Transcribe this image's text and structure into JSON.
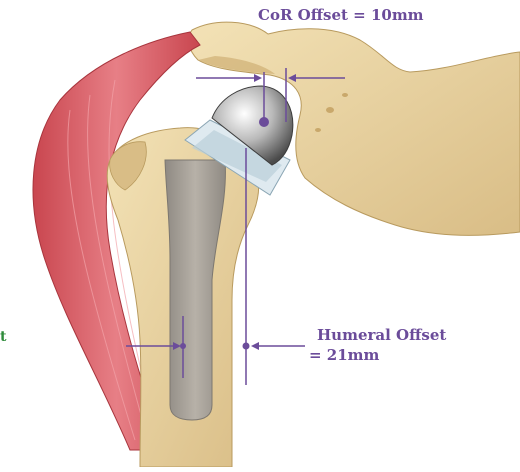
{
  "annotations": {
    "cor_offset": "CoR Offset = 10mm",
    "humeral_offset_line1": "Humeral Offset",
    "humeral_offset_line2": "= 21mm",
    "cropped_left_text": "t"
  },
  "colors": {
    "annotation": "#6b4c9a",
    "cropped_text": "#2e8b3a",
    "bone": "#e9d3a0",
    "bone_shadow": "#c9a86b",
    "muscle": "#d9606a",
    "implant_stem": "#a9a39a",
    "implant_head": "#c8c8c8",
    "poly_liner": "#dfeaf0"
  }
}
